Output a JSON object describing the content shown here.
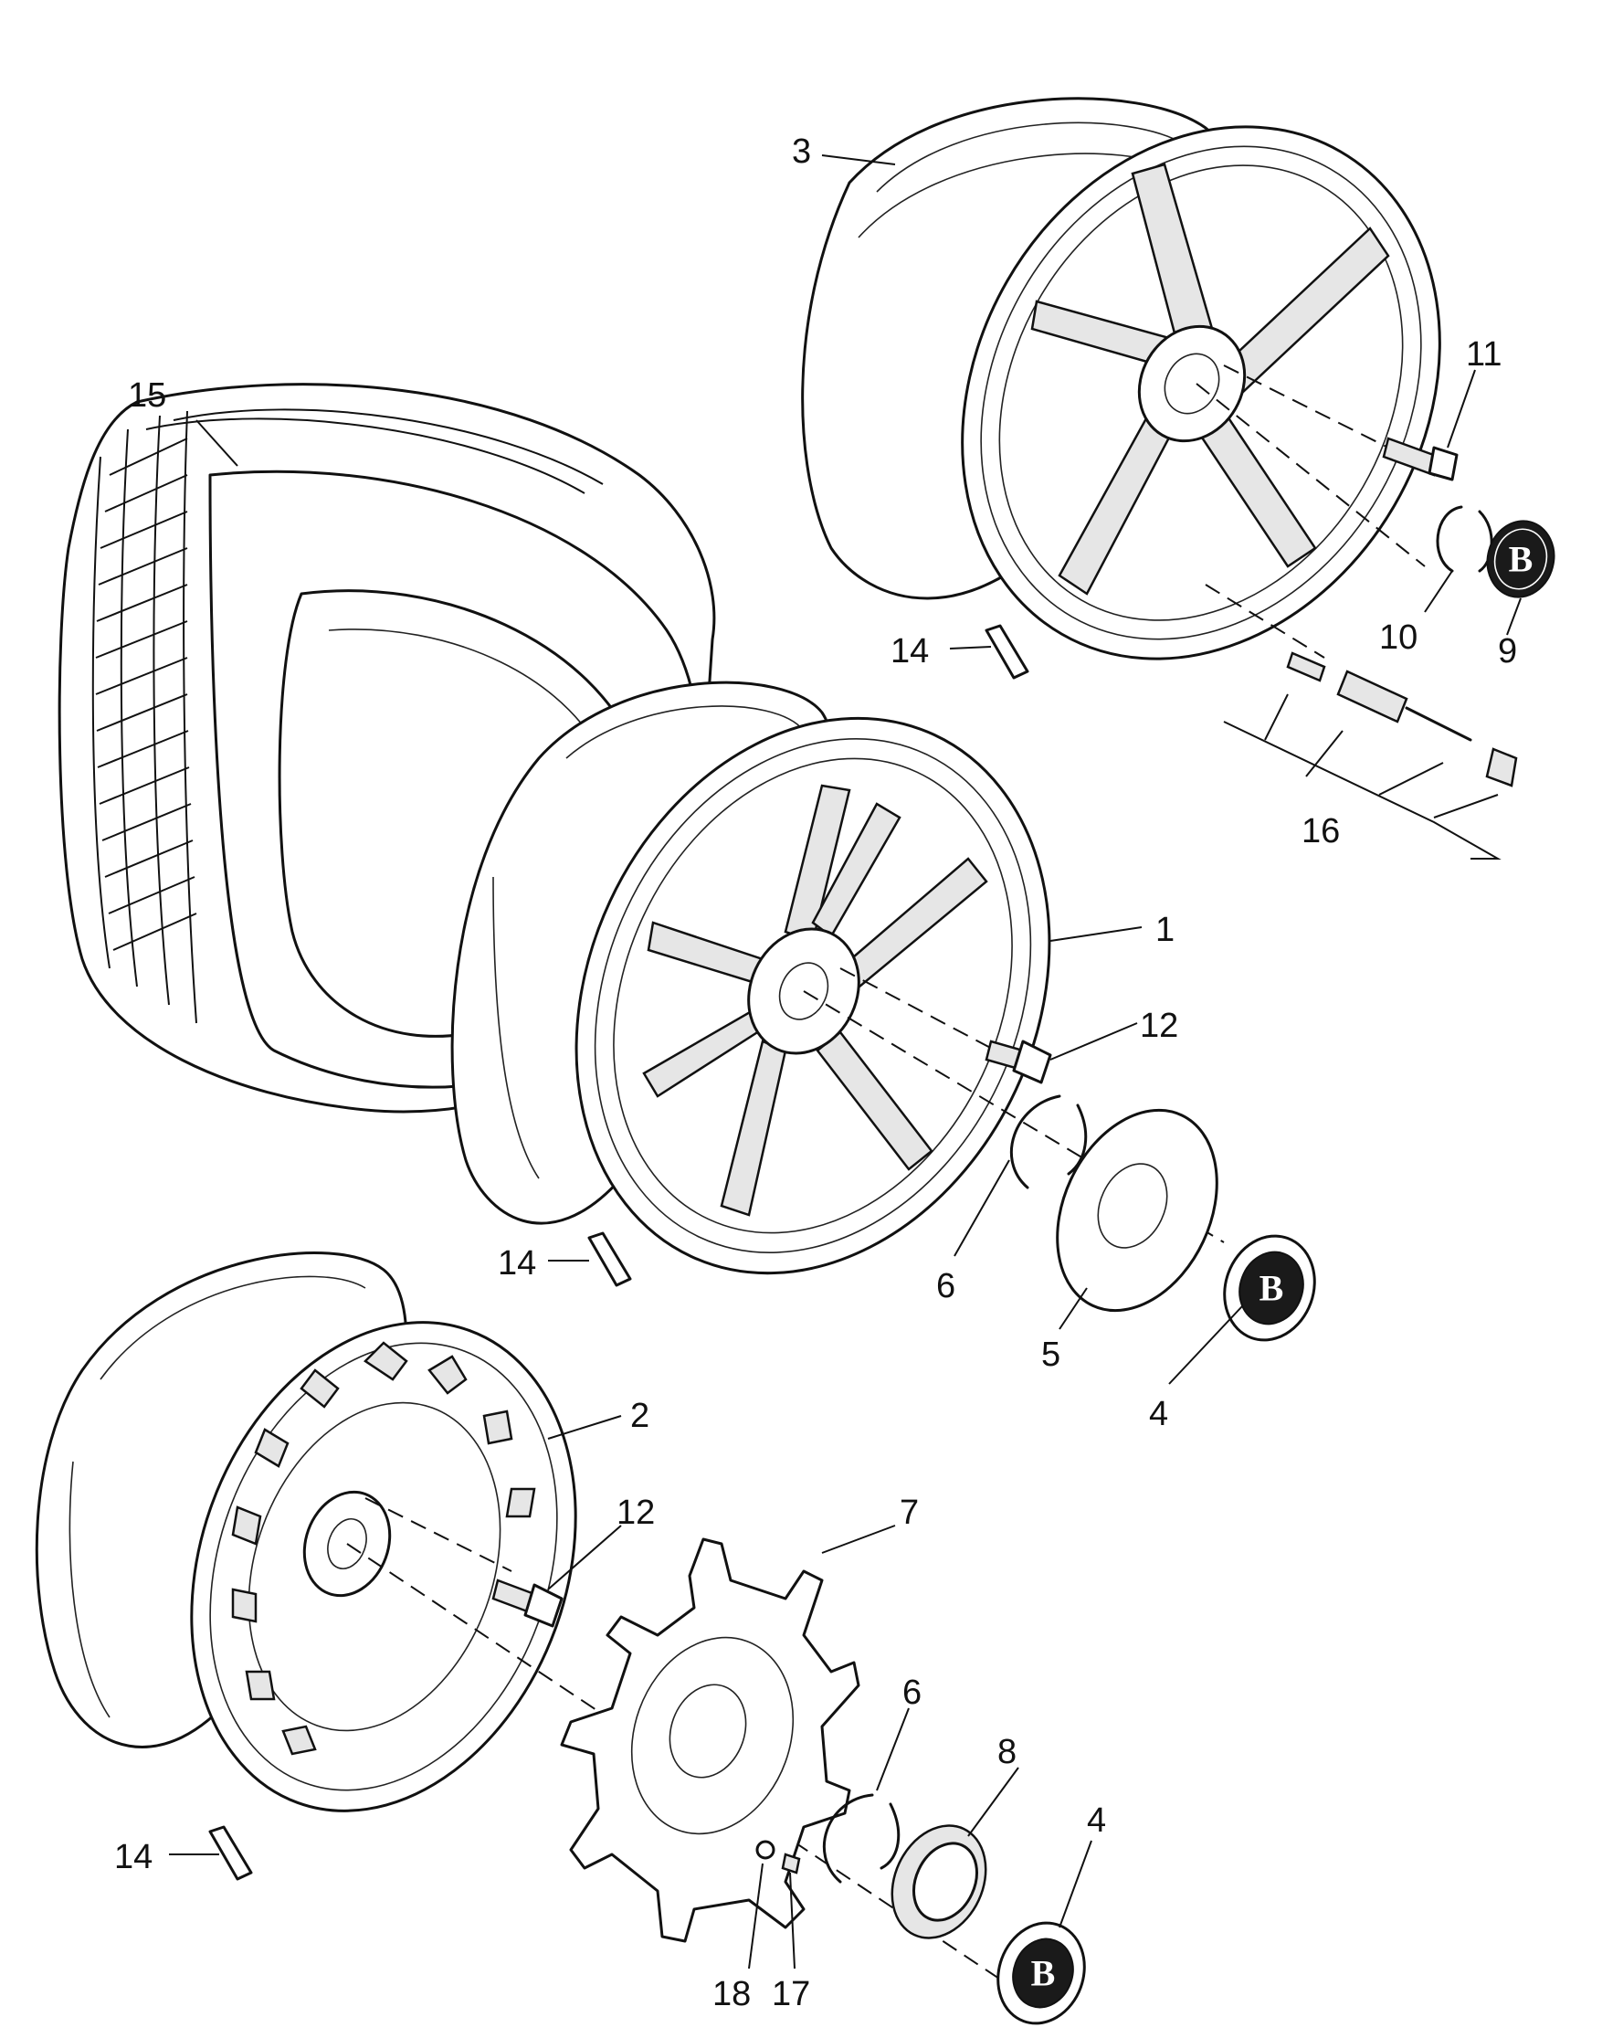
{
  "callouts": {
    "c1": "1",
    "c2": "2",
    "c3": "3",
    "c4a": "4",
    "c4b": "4",
    "c5": "5",
    "c6a": "6",
    "c6b": "6",
    "c7": "7",
    "c8": "8",
    "c9": "9",
    "c10": "10",
    "c11": "11",
    "c12a": "12",
    "c12b": "12",
    "c14a": "14",
    "c14b": "14",
    "c14c": "14",
    "c15": "15",
    "c16": "16",
    "c17": "17",
    "c18": "18"
  },
  "badge": {
    "letter": "B"
  }
}
